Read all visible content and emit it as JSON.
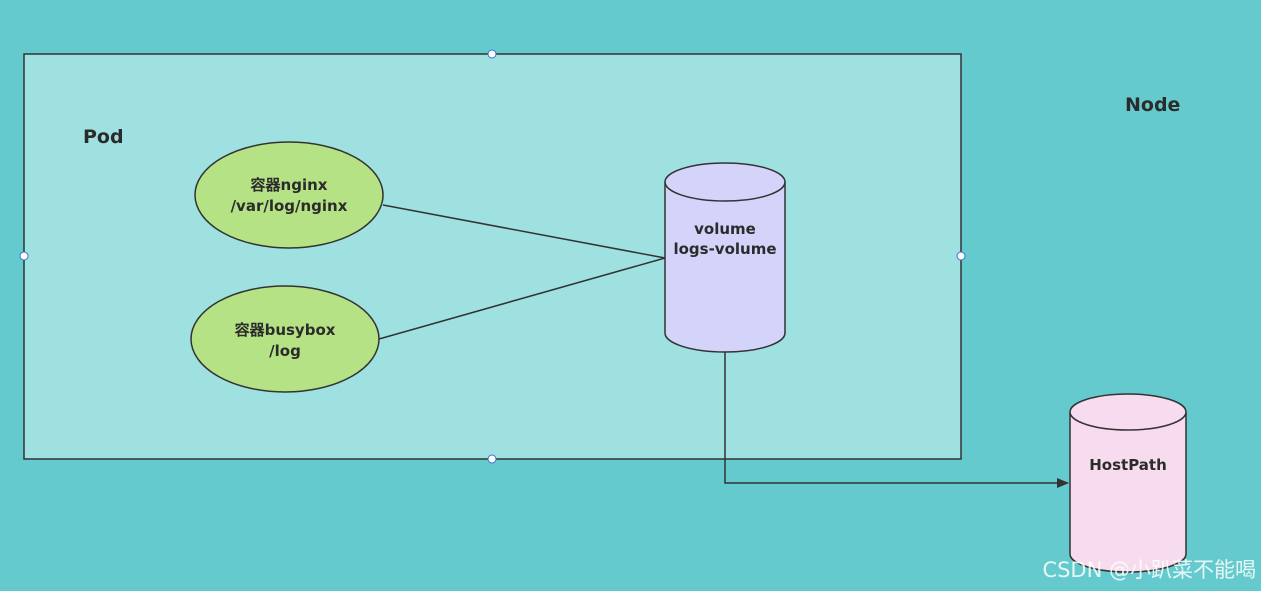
{
  "node": {
    "label": "Node"
  },
  "pod": {
    "label": "Pod"
  },
  "containers": [
    {
      "name": "容器nginx",
      "path": "/var/log/nginx"
    },
    {
      "name": "容器busybox",
      "path": "/log"
    }
  ],
  "volume": {
    "line1": "volume",
    "line2": "logs-volume"
  },
  "hostpath": {
    "label": "HostPath"
  },
  "watermark": "CSDN @小趴菜不能喝",
  "colors": {
    "node_background": "#64cacd",
    "pod_fill": "#9fe1e0",
    "container_fill": "#b5e285",
    "volume_fill": "#d4d4fb",
    "hostpath_fill": "#f7dbee",
    "stroke": "#333333"
  }
}
